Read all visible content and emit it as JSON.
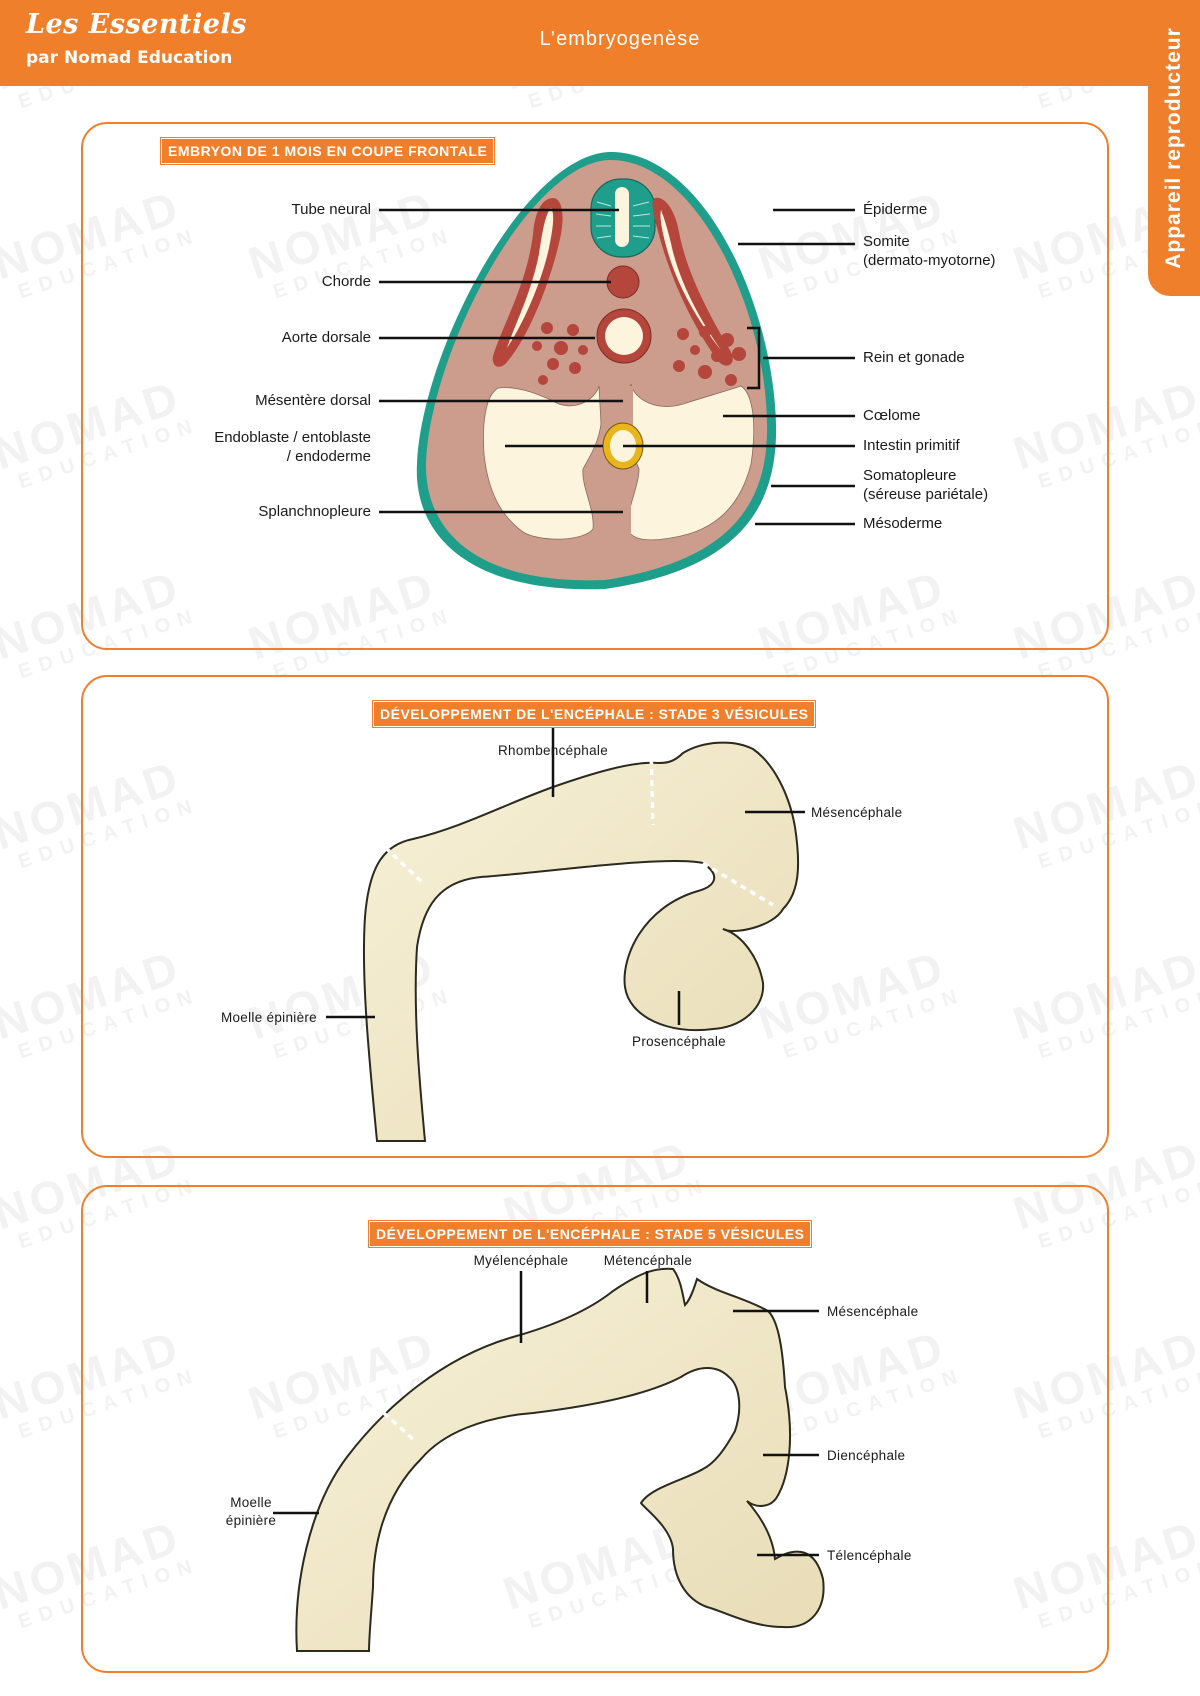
{
  "header": {
    "brand": "Les Essentiels",
    "brand_sub": "par Nomad Education",
    "title": "L’embryogenèse",
    "side_tab": "Appareil reproducteur"
  },
  "watermark": {
    "line1": "NOMAD",
    "line2": "EDUCATION"
  },
  "colors": {
    "accent": "#f07f2c",
    "tissue": "#cc9c8c",
    "epidermis": "#1f9e8c",
    "red_structure": "#b5463c",
    "pale": "#fcf4dc",
    "gut_yellow": "#e9b51c",
    "brain": "#f0e8c8"
  },
  "section1": {
    "title": "EMBRYON DE 1 MOIS EN COUPE FRONTALE",
    "labels": {
      "tube_neural": "Tube neural",
      "chorde": "Chorde",
      "aorte_dorsale": "Aorte dorsale",
      "mesentere_dorsal": "Mésentère dorsal",
      "endoblaste_1": "Endoblaste / entoblaste",
      "endoblaste_2": "/ endoderme",
      "splanchnopleure": "Splanchnopleure",
      "epiderme": "Épiderme",
      "somite_1": "Somite",
      "somite_2": "(dermato-myotorne)",
      "rein_gonade": "Rein et gonade",
      "coelome": "Cœlome",
      "intestin": "Intestin primitif",
      "somatopleure_1": "Somatopleure",
      "somatopleure_2": "(séreuse pariétale)",
      "mesoderme": "Mésoderme"
    }
  },
  "section2": {
    "title": "DÉVELOPPEMENT DE L'ENCÉPHALE : STADE 3 VÉSICULES",
    "labels": {
      "rhombencephale": "Rhombencéphale",
      "mesencephale": "Mésencéphale",
      "moelle": "Moelle épinière",
      "prosencephale": "Prosencéphale"
    }
  },
  "section3": {
    "title": "DÉVELOPPEMENT DE L'ENCÉPHALE : STADE 5 VÉSICULES",
    "labels": {
      "myelencephale": "Myélencéphale",
      "metencephale": "Métencéphale",
      "mesencephale": "Mésencéphale",
      "diencephale": "Diencéphale",
      "moelle_1": "Moelle",
      "moelle_2": "épinière",
      "telencephale": "Télencéphale"
    }
  }
}
